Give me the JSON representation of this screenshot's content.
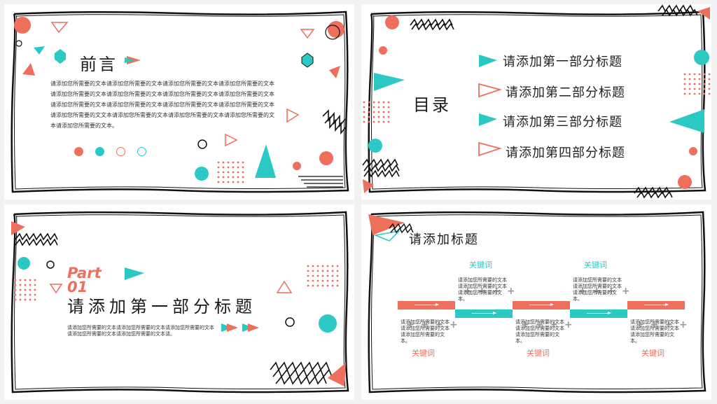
{
  "colors": {
    "coral": "#ee6f5c",
    "teal": "#2bc8c4",
    "dark": "#1a1a1a"
  },
  "slide1": {
    "title": "前言",
    "body": "请添加您所需要的文本请添加您所需要的文本请添加您所需要的文本请添加您所需要的文本请添加您所需要的文本请添加您所需要的文本请添加您所需要的文本请添加您所需要的文本请添加您所需要的文本请添加您所需要的文本请添加您所需要的文本请添加您所需要的文本请添加您所需要的文文本请添加您所需要的文本请添加您所需要的文本请添加您所需要的文本请添加您所需要的文本。"
  },
  "slide2": {
    "title": "目录",
    "items": [
      "请添加第一部分标题",
      "请添加第二部分标题",
      "请添加第三部分标题",
      "请添加第四部分标题"
    ]
  },
  "slide3": {
    "part": "Part",
    "part_num": "01",
    "title": "请添加第一部分标题",
    "body": "请添加您所需要的文本请添加您所需要的文本请添加您所需要的文本请添加您所需要的文本请添加您所需要的文本请。"
  },
  "slide4": {
    "title": "请添加标题",
    "keyword": "关键词",
    "steps": [
      {
        "keyword": "关键词",
        "text": "请添加您所需要的文本请添加您所需要的文本请添加您所需要的文本。"
      },
      {
        "keyword": "关键词",
        "text": "请添加您所需要的文本请添加您所需要的文本请添加您所需要的文本。"
      },
      {
        "keyword": "关键词",
        "text": "请添加您所需要的文本请添加您所需要的文本请添加您所需要的文本。"
      },
      {
        "keyword": "关键词",
        "text": "请添加您所需要的文本请添加您所需要的文本请添加您所需要的文本。"
      },
      {
        "keyword": "关键词",
        "text": "请添加您所需要的文本请添加您所需要的文本请添加您所需要的文本。"
      }
    ]
  }
}
